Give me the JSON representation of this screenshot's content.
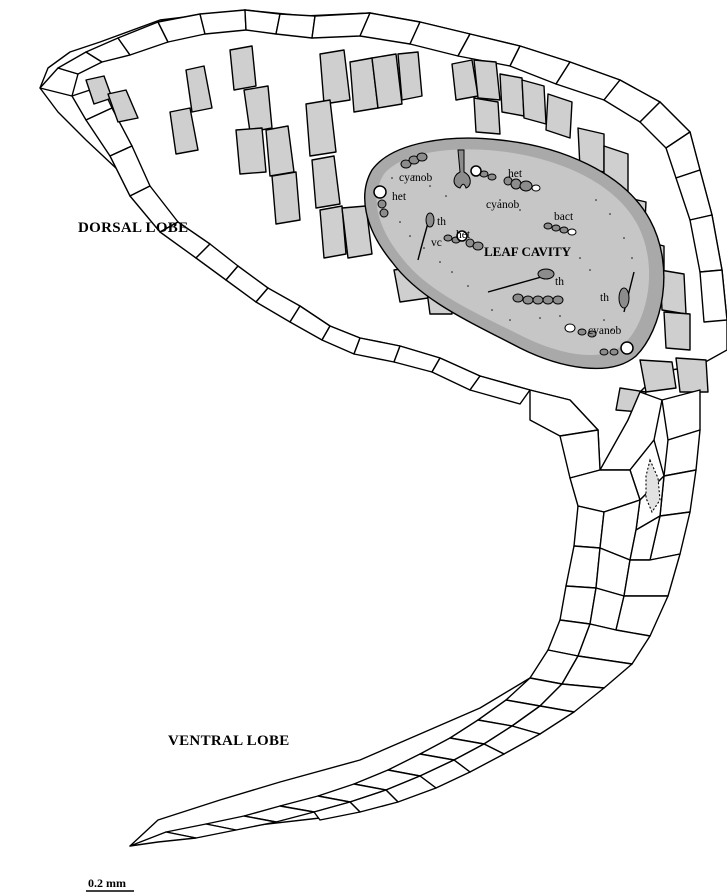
{
  "labels": {
    "dorsal_lobe": "DORSAL LOBE",
    "ventral_lobe": "VENTRAL LOBE",
    "leaf_cavity": "LEAF CAVITY",
    "scale_bar": "0.2 mm",
    "cyanob_1": "cyanob",
    "cyanob_2": "cyanob",
    "cyanob_3": "cyanob",
    "het_1": "het",
    "het_2": "het",
    "het_3": "het",
    "bact": "bact",
    "th_1": "th",
    "th_2": "th",
    "th_3": "th",
    "vc": "vc"
  },
  "colors": {
    "background": "#ffffff",
    "gray_cell": "#cfcfcf",
    "cavity_rim": "#a9a9a9",
    "cavity_fill": "#c6c6c6",
    "cyanobacteria": "#8c8c8c"
  }
}
